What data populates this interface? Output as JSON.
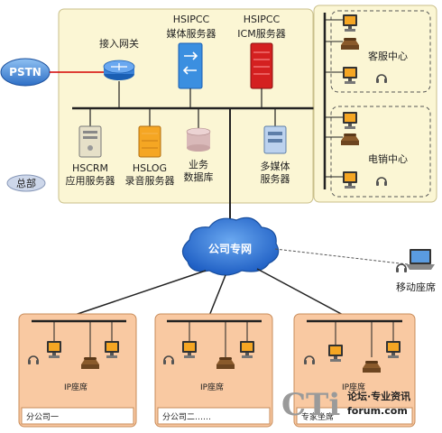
{
  "hq": {
    "pstn": "PSTN",
    "access_gateway": "接入网关",
    "hsipcc_media_l1": "HSIPCC",
    "hsipcc_media_l2": "媒体服务器",
    "hsipcc_icm_l1": "HSIPCC",
    "hsipcc_icm_l2": "ICM服务器",
    "hscrm_l1": "HSCRM",
    "hscrm_l2": "应用服务器",
    "hslog_l1": "HSLOG",
    "hslog_l2": "录音服务器",
    "business_db_l1": "业务",
    "business_db_l2": "数据库",
    "multimedia_l1": "多媒体",
    "multimedia_l2": "服务器",
    "hq_label": "总部"
  },
  "centers": {
    "customer_service": "客服中心",
    "telemarketing": "电销中心"
  },
  "network": {
    "private_net": "公司专网",
    "mobile_seat": "移动座席"
  },
  "branches": [
    {
      "seat_label": "IP座席",
      "name": "分公司一"
    },
    {
      "seat_label": "IP座席",
      "name": "分公司二……"
    },
    {
      "seat_label": "IP座席",
      "name": "专家坐席"
    }
  ],
  "watermark": {
    "brand": "CTi",
    "line1": "论坛·专业资讯",
    "line2": "forum.com"
  },
  "colors": {
    "hq_bg": "#fbf6d4",
    "branch_bg": "#f9c9a2",
    "cloud": "#2f72d4",
    "pstn_link": "#d40000"
  }
}
